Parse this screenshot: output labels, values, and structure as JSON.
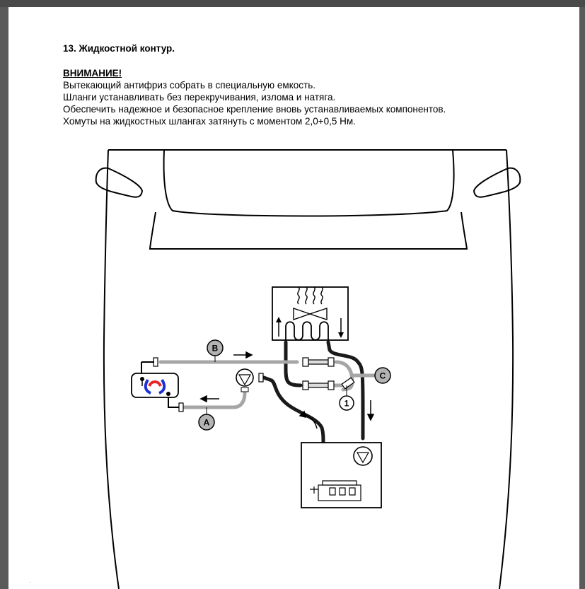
{
  "document": {
    "heading": "13. Жидкостной контур.",
    "warning_title": "ВНИМАНИЕ!",
    "warning_lines": [
      "Вытекающий антифриз собрать в специальную емкость.",
      "Шланги устанавливать без перекручивания, излома и натяга.",
      "Обеспечить надежное и безопасное крепление вновь устанавливаемых компонентов.",
      "Хомуты на жидкостных шлангах затянуть с моментом 2,0+0,5 Нм."
    ]
  },
  "diagram": {
    "labels": {
      "a": "A",
      "b": "B",
      "c": "C",
      "one": "1"
    },
    "colors": {
      "hose_dark": "#1a1a1a",
      "hose_light": "#a6a6a6",
      "label_fill": "#b3b3b3",
      "heater_red": "#e8262a",
      "heater_blue": "#1d2fd6"
    }
  },
  "footer_mark": "·"
}
